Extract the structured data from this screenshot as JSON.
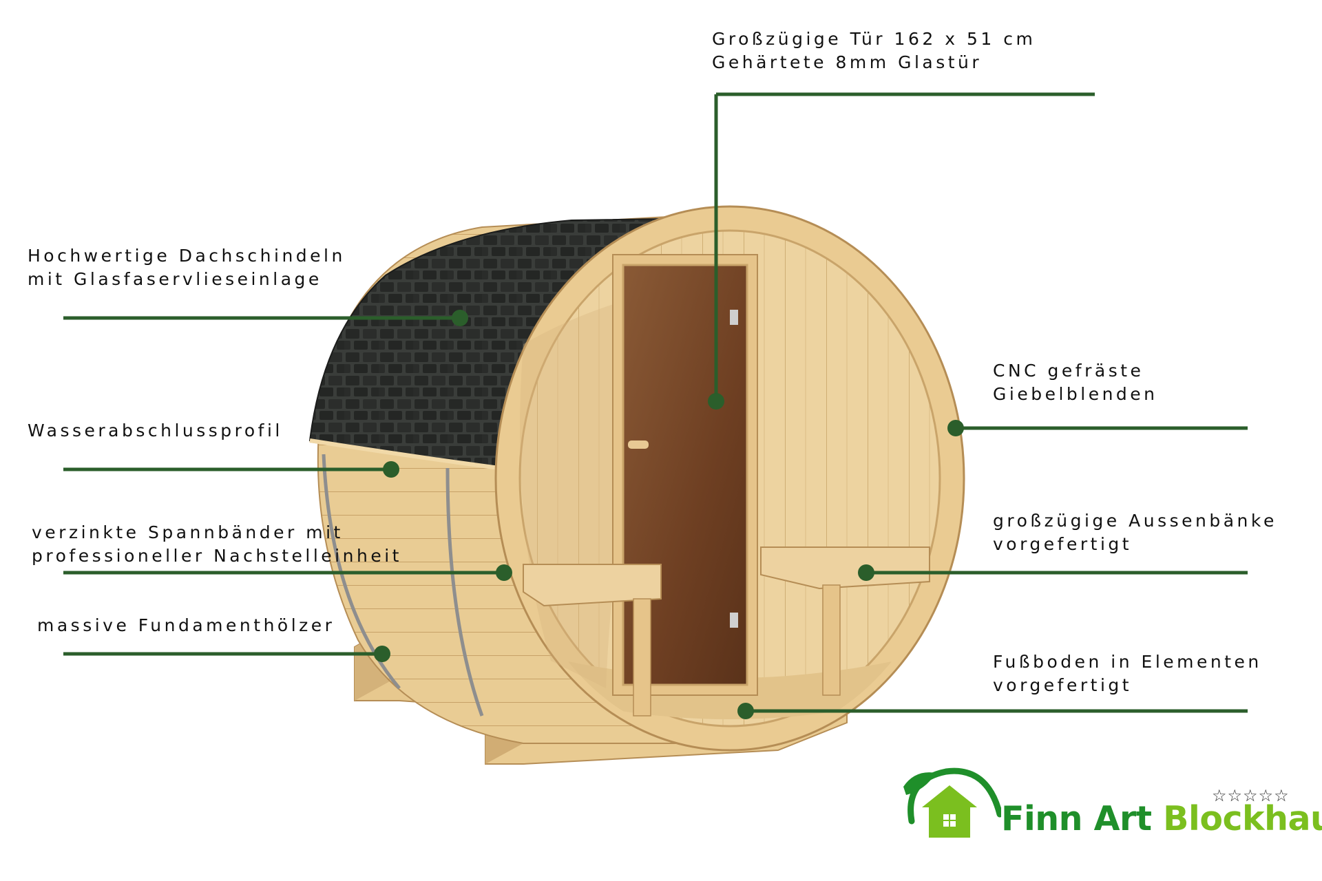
{
  "callouts": {
    "door": {
      "line1": "Großzügige Tür 162 x 51 cm",
      "line2": "Gehärtete 8mm Glastür"
    },
    "roof": {
      "line1": "Hochwertige Dachschindeln",
      "line2": "mit Glasfaservlieseinlage"
    },
    "water": {
      "line1": "Wasserabschlussprofil"
    },
    "bands": {
      "line1": "verzinkte Spannbänder mit",
      "line2": "professioneller Nachstelleinheit"
    },
    "foundation": {
      "line1": "massive Fundamenthölzer"
    },
    "gable": {
      "line1": "CNC gefräste",
      "line2": "Giebelblenden"
    },
    "benches": {
      "line1": "großzügige Aussenbänke",
      "line2": "vorgefertigt"
    },
    "floor": {
      "line1": "Fußboden in Elementen",
      "line2": "vorgefertigt"
    }
  },
  "logo": {
    "word1": "Finn Art",
    "word2": "Blockhaus",
    "stars": "☆☆☆☆☆"
  },
  "colors": {
    "leader": "#2b5e2b",
    "wood_light": "#f2ddb0",
    "wood_mid": "#e6c68c",
    "wood_dark": "#c9a46a",
    "shingle": "#2c2f2c",
    "glass": "#7a4a2c",
    "brand_green": "#1f8f2a",
    "brand_lime": "#7bbf1f"
  }
}
